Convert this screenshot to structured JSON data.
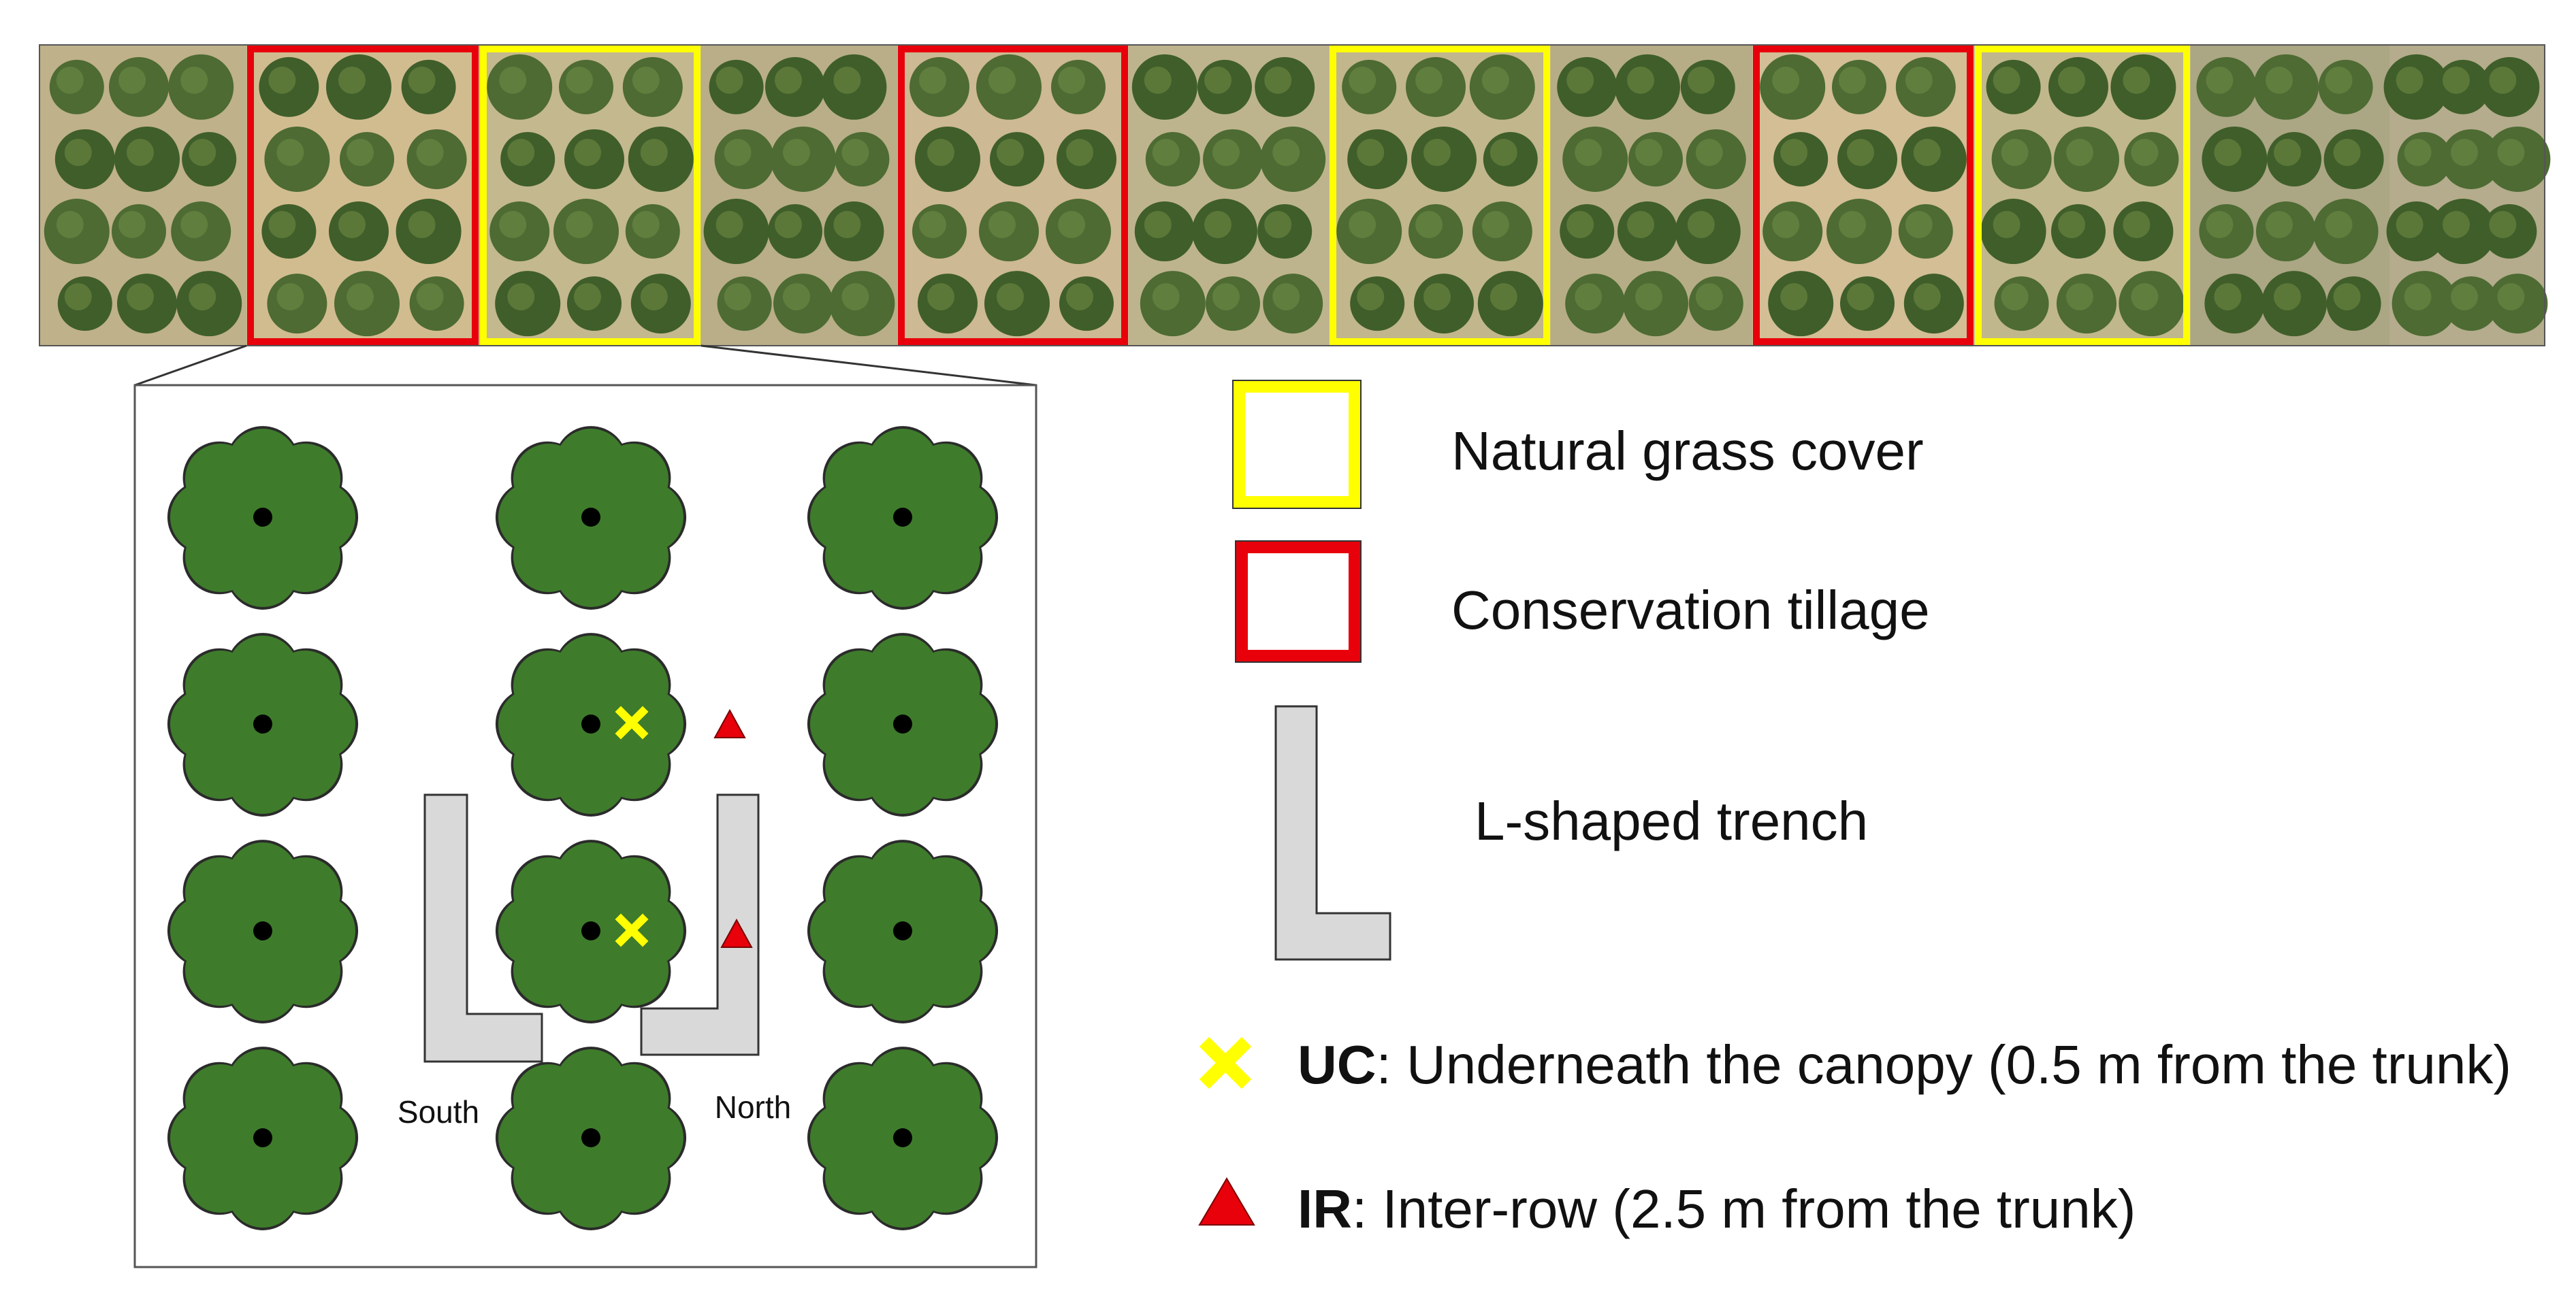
{
  "aerial_strip": {
    "plot_treatments": [
      "none",
      "conservation_tillage",
      "natural_grass_cover",
      "none",
      "conservation_tillage",
      "none",
      "natural_grass_cover",
      "none",
      "conservation_tillage",
      "natural_grass_cover",
      "none",
      "none"
    ]
  },
  "layout_diagram": {
    "south_label": "South",
    "north_label": "North"
  },
  "legend": {
    "natural_grass_cover": {
      "label": "Natural grass cover",
      "color": "#FFFF00"
    },
    "conservation_tillage": {
      "label": "Conservation tillage",
      "color": "#E8000B"
    },
    "l_trench": {
      "label": "L-shaped trench",
      "color": "#D9D9D9"
    },
    "uc": {
      "code": "UC",
      "text": ": Underneath the canopy (0.5 m from the trunk)",
      "color": "#FFFF00"
    },
    "ir": {
      "code": "IR",
      "text": ": Inter-row (2.5 m from the trunk)",
      "color": "#E8000B"
    }
  },
  "colors": {
    "tree_canopy": "#3E7C2B",
    "soil": "#C8B58A",
    "trench": "#D9D9D9"
  }
}
